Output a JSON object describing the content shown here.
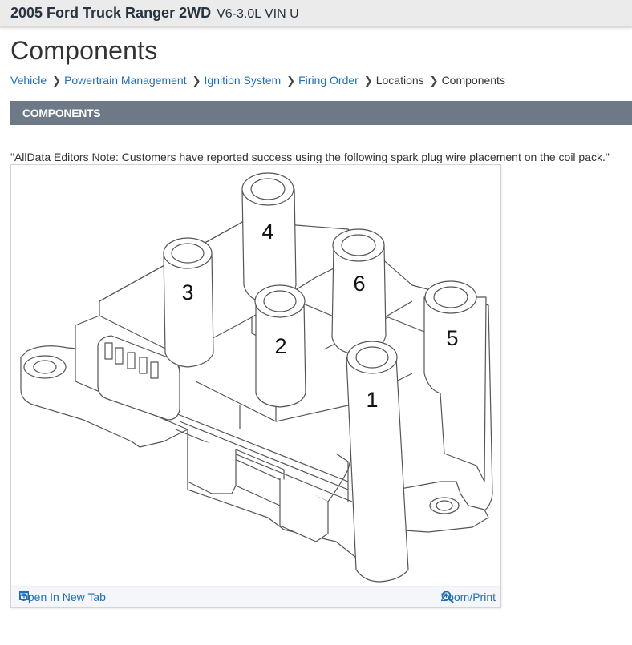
{
  "header": {
    "vehicle": "2005 Ford Truck Ranger 2WD",
    "engine": "V6-3.0L VIN U"
  },
  "page": {
    "title": "Components"
  },
  "breadcrumb": [
    {
      "label": "Vehicle",
      "link": true
    },
    {
      "label": "Powertrain Management",
      "link": true
    },
    {
      "label": "Ignition System",
      "link": true
    },
    {
      "label": "Firing Order",
      "link": true
    },
    {
      "label": "Locations",
      "link": false
    },
    {
      "label": "Components",
      "link": false
    }
  ],
  "section": {
    "header": "COMPONENTS"
  },
  "note": "\"AllData Editors Note: Customers have reported success using the following spark plug wire placement on the coil pack.\"",
  "figure": {
    "description": "Coil pack diagram with numbered spark plug towers",
    "tower_labels": [
      "1",
      "2",
      "3",
      "4",
      "5",
      "6"
    ],
    "open_new_tab_label": "Open In New Tab",
    "zoom_print_label": "Zoom/Print"
  },
  "colors": {
    "link": "#1f6fb5",
    "section_header_bg": "#6e7987",
    "topbar_bg": "#ebebeb"
  }
}
